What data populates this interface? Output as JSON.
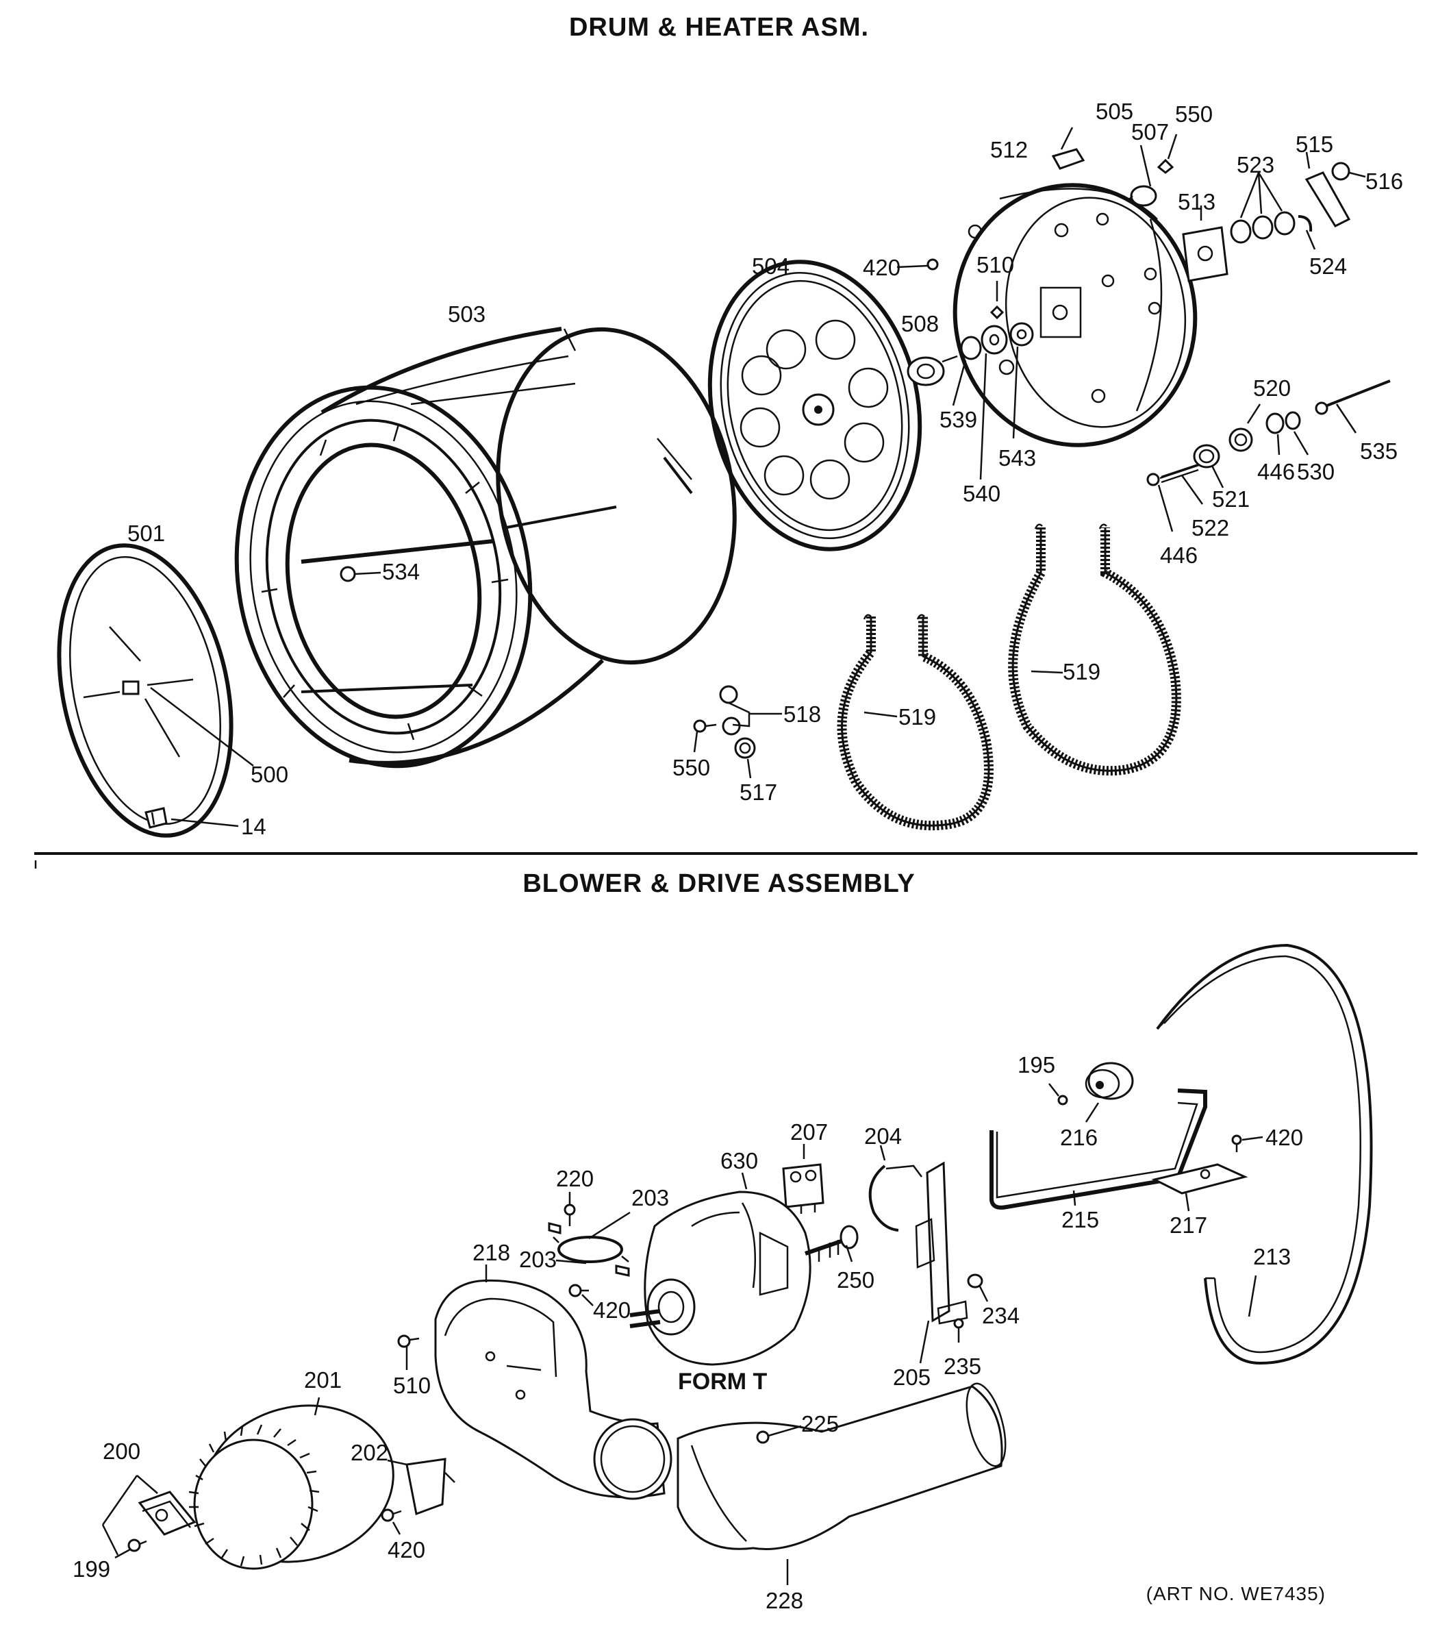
{
  "drum_section": {
    "title": "DRUM & HEATER ASM.",
    "labels": {
      "p505": "505",
      "p507": "507",
      "p550a": "550",
      "p512": "512",
      "p515": "515",
      "p516": "516",
      "p523": "523",
      "p513": "513",
      "p524": "524",
      "p420": "420",
      "p510": "510",
      "p504": "504",
      "p508": "508",
      "p503": "503",
      "p539": "539",
      "p540": "540",
      "p543": "543",
      "p520": "520",
      "p535": "535",
      "p446a": "446",
      "p530": "530",
      "p521": "521",
      "p522": "522",
      "p446b": "446",
      "p501": "501",
      "p534": "534",
      "p519a": "519",
      "p519b": "519",
      "p518": "518",
      "p550b": "550",
      "p517": "517",
      "p500": "500",
      "p14": "14"
    }
  },
  "blower_section": {
    "title": "BLOWER & DRIVE ASSEMBLY",
    "labels": {
      "p195": "195",
      "p216": "216",
      "p420a": "420",
      "p207": "207",
      "p204": "204",
      "p630": "630",
      "p220": "220",
      "p203a": "203",
      "p203b": "203",
      "p215": "215",
      "p217": "217",
      "p218": "218",
      "p420b": "420",
      "p250": "250",
      "p234": "234",
      "p213": "213",
      "p201": "201",
      "p510": "510",
      "p205": "205",
      "p235": "235",
      "p200": "200",
      "p202": "202",
      "p225": "225",
      "p420c": "420",
      "p199": "199",
      "p228": "228"
    },
    "form_label": "FORM T"
  },
  "art_number": "(ART NO. WE7435)"
}
